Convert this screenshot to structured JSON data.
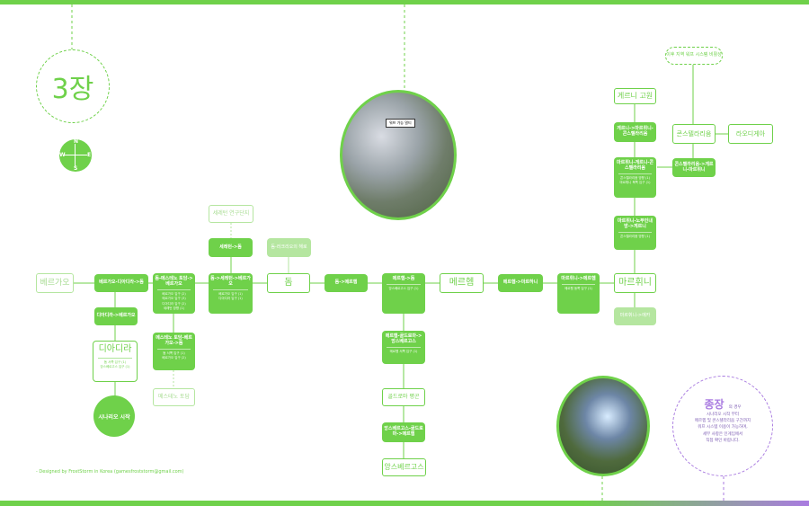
{
  "chapter": "3장",
  "compass": {
    "n": "N",
    "s": "S",
    "w": "W",
    "e": "E"
  },
  "nodes": {
    "bergavo": "베르가오",
    "bergavo_to_diadira": "베르가오-디아디라->돔",
    "diadira_to_bergavo": "디아디라->베르가오",
    "diadira": "디아디라",
    "scenario_start": "시나리오 시작",
    "research_lab": "세레턴 연구단지",
    "seretan_dome": "세레턴->돔",
    "dome_travel": "돔-러크리오의 해로",
    "dome": "돔",
    "dome_to_merhem": "돔->메르헴",
    "merhem": "메르헴",
    "merhem_to_marhani": "메르헴->마르하니",
    "marhani": "마르휘니",
    "marhani_to_ekka": "마르휘니->에카",
    "gosu_forest": "골드로마 평곤",
    "angsbergos": "앙스베르고스",
    "mesteno_shore": "메스테노 토담",
    "gereni_plain": "게르니 고원",
    "conste": "콘스텔라리움",
    "ragidea": "라오디게아",
    "return_note": "이후 지역 워프 시스템 비활성"
  },
  "cards": {
    "dome_mest": {
      "t": "돔-메스테노 토담->베르가오",
      "s": [
        "베르가오 입구 (2)",
        "메르가오 입구 (3)",
        "디아디라 입구 (2)",
        "세레턴 방향 (1)"
      ]
    },
    "dome_seretan": {
      "t": "돔->세레턴->베르가오",
      "s": [
        "베르가오 입구 (1)",
        "디아디라 입구 (1)"
      ]
    },
    "mest_to_dome": {
      "t": "메스테노 토담-베르가오->돔",
      "s": [
        "돔 서쪽 입구 (1)",
        "베르가오 입구 (2)"
      ]
    },
    "merhem_dome": {
      "t": "메르헴->돔",
      "s": [
        "앙스베르고스 입구 (1)"
      ]
    },
    "merhem_gosu": {
      "t": "메르헴-골드로마->앙스베르고스",
      "s": [
        "메르헴 서쪽 입구 (1)"
      ]
    },
    "gosu_to_merhem": {
      "t": "앙스베르고스-골드로마->메르헴",
      "s": []
    },
    "diadira_info": {
      "t": "",
      "s": [
        "돔 서쪽 입구 (1)",
        "앙스베르고스 입구 (1)"
      ]
    },
    "marhani_merhem": {
      "t": "마르휘니->메르헴",
      "s": [
        "메르헴 동쪽 입구 (1)"
      ]
    },
    "marhani_nubi": {
      "t": "마르휘니-노부인내방->게르니",
      "s": [
        "콘스텔라리움 방향 (1)"
      ]
    },
    "marhani_gereni": {
      "t": "마르휘니-게르니-콘스텔라리움",
      "s": [
        "콘스텔라리움 방향 (1)",
        "마르휘니 북쪽 입구 (1)"
      ]
    },
    "gereni_marhani": {
      "t": "게르니->마르휘니-콘스텔라리움",
      "s": []
    },
    "conste_gereni": {
      "t": "콘스텔라리움->게르니-마르휘니",
      "s": []
    }
  },
  "screenshot_tag": "워프 가능 멀티",
  "note": {
    "title": "종장",
    "suffix": "의 경우",
    "lines": [
      "시나리오 시작 부터",
      "메르헴 및 콘스텔라리움 구간까지",
      "워프 시스템 이용이 가능하며,",
      "세부 사항은 인게임에서",
      "직접 확인 바랍니다."
    ]
  },
  "credit": "- Designed by FrostStorm in Korea (gamesfroststorm@gmail.com)",
  "colors": {
    "accent": "#6fd14a",
    "accent_light": "#b5e6a0",
    "purple": "#a97be0"
  }
}
